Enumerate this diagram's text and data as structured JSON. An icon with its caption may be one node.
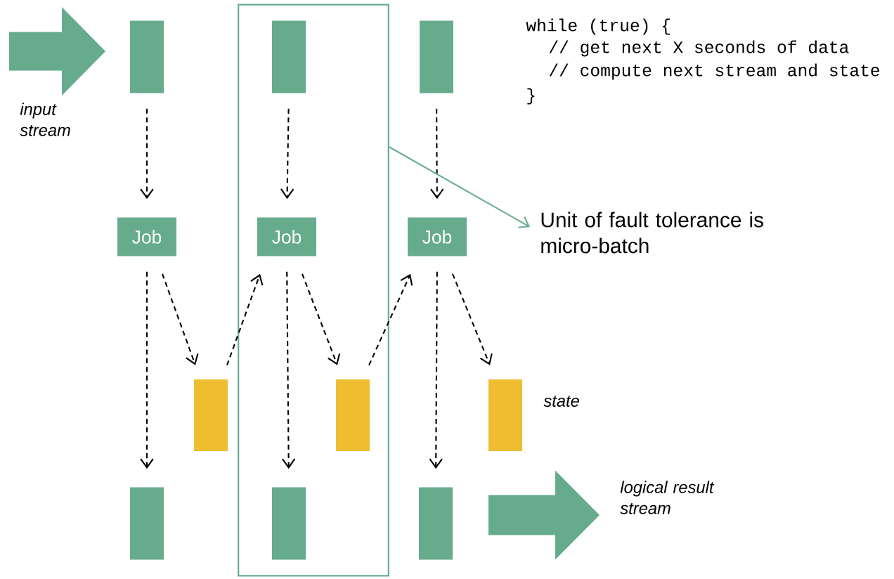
{
  "diagram": {
    "nodes": [
      {
        "text": [],
        "shape": "arrow",
        "beside": [
          "input stream"
        ]
      },
      {
        "text": [],
        "shape": "box"
      },
      {
        "text": [],
        "shape": "box"
      },
      {
        "text": [],
        "shape": "box",
        "in": 2
      },
      {
        "text": [],
        "shape": "box"
      },
      {
        "text": [
          "Job"
        ]
      },
      {
        "text": [
          "Job"
        ],
        "in": 2
      },
      {
        "text": [
          "Job"
        ]
      },
      {
        "text": [],
        "shape": "box"
      },
      {
        "text": [],
        "shape": "box",
        "in": 2
      },
      {
        "text": [],
        "shape": "box",
        "beside": [
          "state"
        ]
      },
      {
        "text": [],
        "shape": "box"
      },
      {
        "text": [],
        "shape": "box",
        "in": 2
      },
      {
        "text": [],
        "shape": "box"
      },
      {
        "text": [],
        "shape": "arrow",
        "beside": [
          "logical result stream"
        ]
      },
      {
        "text": [
          "Unit of fault tolerance is micro-batch"
        ]
      }
    ],
    "edges": [
      {
        "from": 1,
        "to": 5,
        "arrow": "to",
        "style": "dashed"
      },
      {
        "from": 3,
        "to": 6,
        "arrow": "to",
        "style": "dashed"
      },
      {
        "from": 4,
        "to": 7,
        "arrow": "to",
        "style": "dashed"
      },
      {
        "from": 5,
        "to": 11,
        "arrow": "to",
        "style": "dashed"
      },
      {
        "from": 5,
        "to": 8,
        "arrow": "to",
        "style": "dashed"
      },
      {
        "from": 8,
        "to": 6,
        "arrow": "to",
        "style": "dashed"
      },
      {
        "from": 6,
        "to": 12,
        "arrow": "to",
        "style": "dashed"
      },
      {
        "from": 6,
        "to": 9,
        "arrow": "to",
        "style": "dashed"
      },
      {
        "from": 9,
        "to": 7,
        "arrow": "to",
        "style": "dashed"
      },
      {
        "from": 7,
        "to": 13,
        "arrow": "to",
        "style": "dashed"
      },
      {
        "from": 7,
        "to": 10,
        "arrow": "to",
        "style": "dashed"
      },
      {
        "from": 2,
        "to": 15,
        "arrow": "to",
        "color": "#6aae90"
      }
    ],
    "labels": [
      "while (true) {",
      "// get next X seconds of data",
      "// compute next stream and state",
      "}"
    ]
  }
}
